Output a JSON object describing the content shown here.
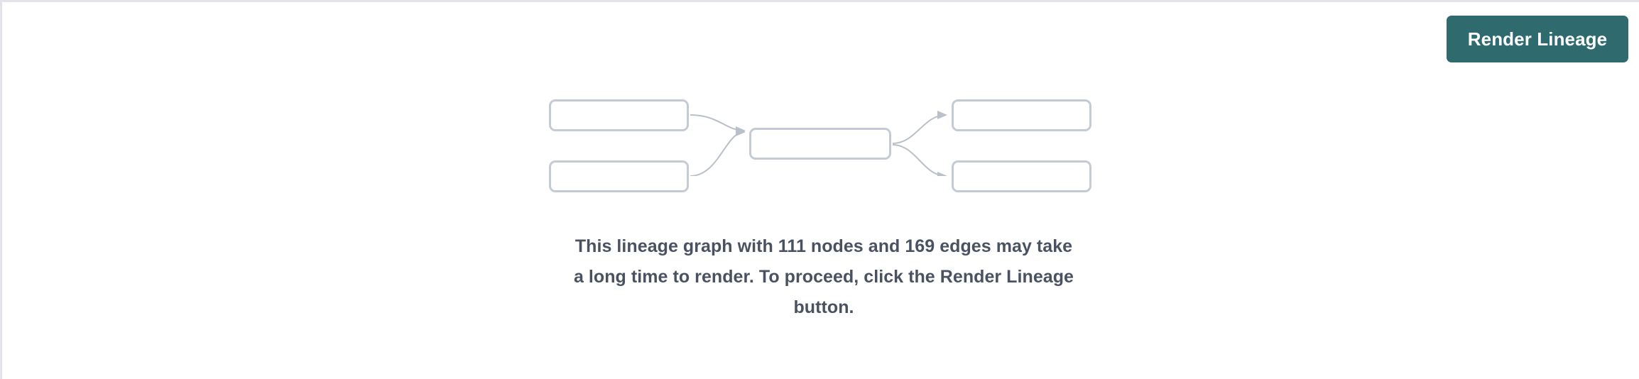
{
  "page": {
    "background_color": "#ffffff",
    "border_color": "#e2e4e9"
  },
  "toolbar": {
    "render_button_label": "Render Lineage",
    "render_button_color": "#2e6a6e",
    "render_button_text_color": "#ffffff"
  },
  "graph_placeholder": {
    "node_border_color": "#c5cbd4",
    "edge_color": "#b9c0ca",
    "nodes": [
      {
        "id": "left-top",
        "label": ""
      },
      {
        "id": "left-bottom",
        "label": ""
      },
      {
        "id": "center",
        "label": ""
      },
      {
        "id": "right-top",
        "label": ""
      },
      {
        "id": "right-bottom",
        "label": ""
      }
    ],
    "edges": [
      {
        "from": "left-top",
        "to": "center"
      },
      {
        "from": "left-bottom",
        "to": "center"
      },
      {
        "from": "center",
        "to": "right-top"
      },
      {
        "from": "center",
        "to": "right-bottom"
      }
    ]
  },
  "message": {
    "text_color": "#4a5262",
    "node_count": "111",
    "edge_count": "169",
    "line1": "This lineage graph with 111 nodes and 169 edges may take",
    "line2": "a long time to render. To proceed, click the Render Lineage",
    "line3": "button."
  }
}
